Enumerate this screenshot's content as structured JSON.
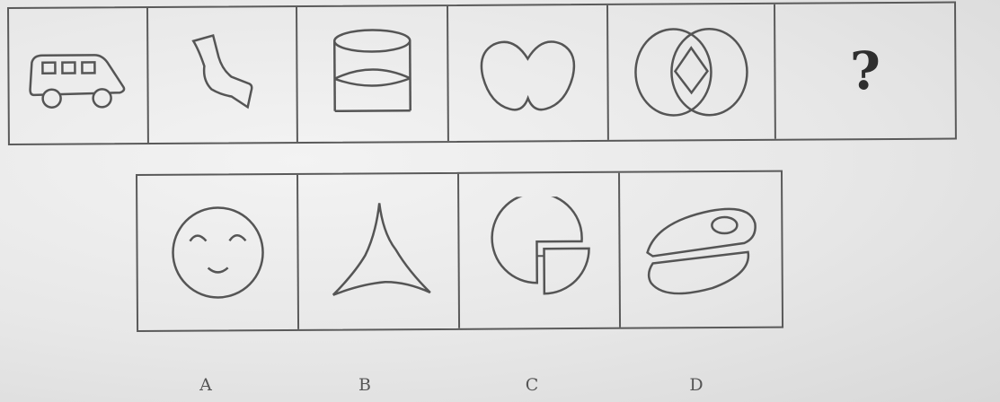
{
  "sequence": {
    "figures": [
      "bus-figure",
      "boot-figure",
      "cylinder-figure",
      "butterfly-blob-figure",
      "overlapping-ovals-figure"
    ],
    "question_mark": "?"
  },
  "options": [
    {
      "label": "A",
      "figure": "smiley-face-figure"
    },
    {
      "label": "B",
      "figure": "three-point-star-figure"
    },
    {
      "label": "C",
      "figure": "pie-circle-figure"
    },
    {
      "label": "D",
      "figure": "split-oval-figure"
    }
  ],
  "colors": {
    "line": "#555555",
    "paper": "#ececec",
    "question_mark": "#2f2f2f"
  }
}
